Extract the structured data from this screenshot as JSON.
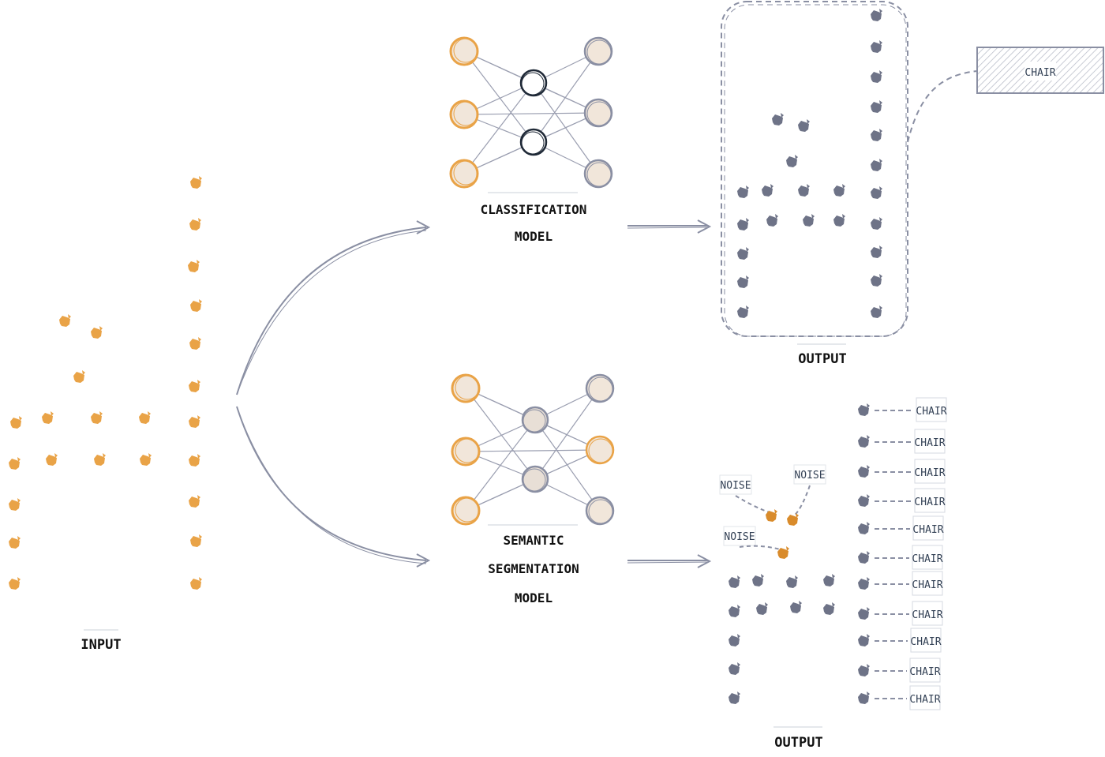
{
  "labels": {
    "input": "INPUT",
    "classification_line1": "CLASSIFICATION",
    "classification_line2": "MODEL",
    "segmentation_line1": "SEMANTIC",
    "segmentation_line2": "SEGMENTATION",
    "segmentation_line3": "MODEL",
    "output_top": "OUTPUT",
    "output_bottom": "OUTPUT",
    "class_chair": "CHAIR",
    "noise": [
      "NOISE",
      "NOISE",
      "NOISE"
    ],
    "segment_chairs": [
      "CHAIR",
      "CHAIR",
      "CHAIR",
      "CHAIR",
      "CHAIR",
      "CHAIR",
      "CHAIR",
      "CHAIR",
      "CHAIR",
      "CHAIR",
      "CHAIR"
    ]
  },
  "colors": {
    "input_points": "#E9A347",
    "model_input_nodes": "#E9A347",
    "model_hidden_nodes": "#1F2937",
    "model_output_nodes": "#8A8FA3",
    "output_points": "#6E7387",
    "noise_points": "#D98B2B",
    "arrows": "#8A8FA3",
    "node_fill": "#F1E6DA"
  },
  "icons": {
    "point_shape": "scattered-blob-icon",
    "arrow": "curved-arrow-icon",
    "network": "neural-network-icon",
    "tag": "label-tag-icon"
  }
}
